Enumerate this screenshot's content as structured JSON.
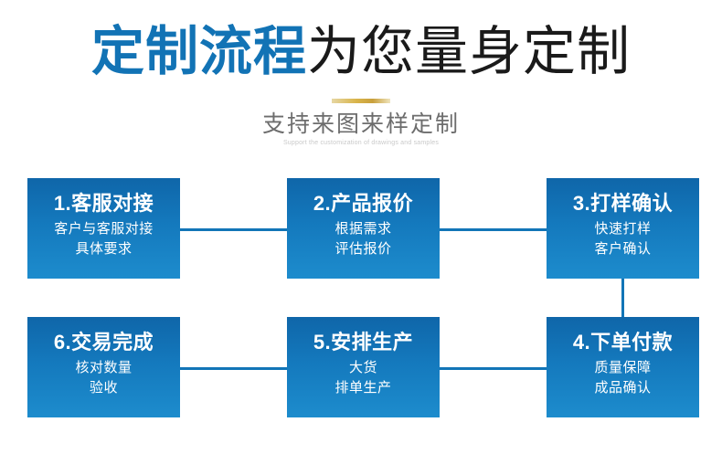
{
  "header": {
    "title_accent": "定制流程",
    "title_rest": "为您量身定制",
    "divider": "gold-divider",
    "subtitle_cn": "支持来图来样定制",
    "subtitle_en": "Support the customization of drawings and samples"
  },
  "colors": {
    "accent_blue": "#1273b5",
    "box_gradient_top": "#0f66a9",
    "box_gradient_bottom": "#1d8ccd",
    "connector_blue": "#1275b7",
    "title_dark": "#1a1a1a",
    "subtitle_gray": "#6d6d6d",
    "subtitle_en_gray": "#c9c9c9",
    "gold": "#d9b44a",
    "page_background": "#ffffff"
  },
  "flow": {
    "steps": [
      {
        "id": "step-1",
        "title": "1.客服对接",
        "sub_line1": "客户与客服对接",
        "sub_line2": "具体要求"
      },
      {
        "id": "step-2",
        "title": "2.产品报价",
        "sub_line1": "根据需求",
        "sub_line2": "评估报价"
      },
      {
        "id": "step-3",
        "title": "3.打样确认",
        "sub_line1": "快速打样",
        "sub_line2": "客户确认"
      },
      {
        "id": "step-4",
        "title": "4.下单付款",
        "sub_line1": "质量保障",
        "sub_line2": "成品确认"
      },
      {
        "id": "step-5",
        "title": "5.安排生产",
        "sub_line1": "大货",
        "sub_line2": "排单生产"
      },
      {
        "id": "step-6",
        "title": "6.交易完成",
        "sub_line1": "核对数量",
        "sub_line2": "验收"
      }
    ]
  }
}
